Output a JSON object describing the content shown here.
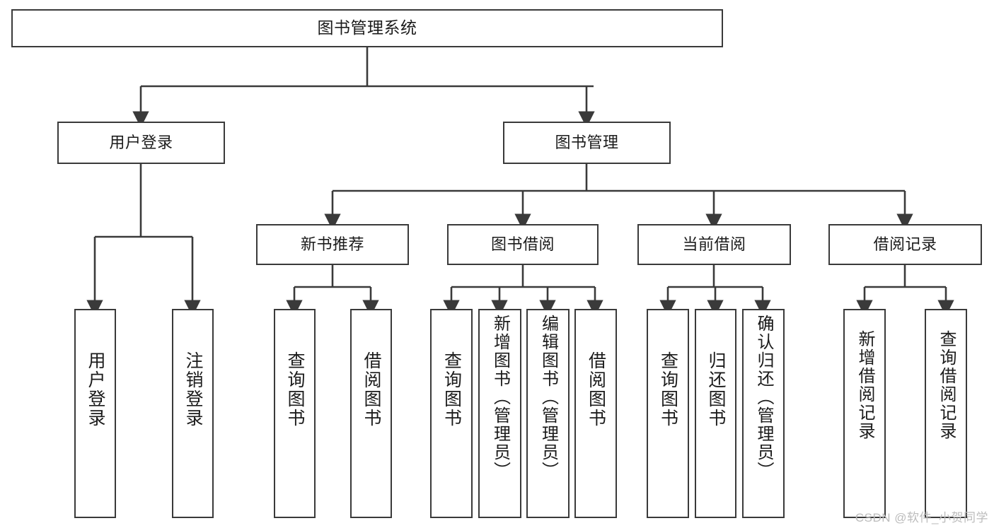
{
  "diagram": {
    "title": "图书管理系统",
    "type": "hierarchy-tree",
    "style": {
      "box_border_color": "#3a3a3a",
      "box_fill_color": "#ffffff",
      "line_color": "#3a3a3a",
      "text_color": "#1b1b1b",
      "background": "#ffffff"
    },
    "root": {
      "label": "图书管理系统"
    },
    "level2": [
      {
        "label": "用户登录"
      },
      {
        "label": "图书管理"
      }
    ],
    "level3": [
      {
        "label": "新书推荐"
      },
      {
        "label": "图书借阅"
      },
      {
        "label": "当前借阅"
      },
      {
        "label": "借阅记录"
      }
    ],
    "leaves": {
      "user_login": [
        {
          "label": "用户登录"
        },
        {
          "label": "注销登录"
        }
      ],
      "new_book": [
        {
          "label": "查询图书"
        },
        {
          "label": "借阅图书"
        }
      ],
      "book_borrow": [
        {
          "label": "查询图书"
        },
        {
          "label": "新增图书（管理员）"
        },
        {
          "label": "编辑图书（管理员）"
        },
        {
          "label": "借阅图书"
        }
      ],
      "current_borrow": [
        {
          "label": "查询图书"
        },
        {
          "label": "归还图书"
        },
        {
          "label": "确认归还（管理员）"
        }
      ],
      "borrow_record": [
        {
          "label": "新增借阅记录"
        },
        {
          "label": "查询借阅记录"
        }
      ]
    }
  },
  "watermark": {
    "text": "CSDN @软件_小贺同学"
  }
}
